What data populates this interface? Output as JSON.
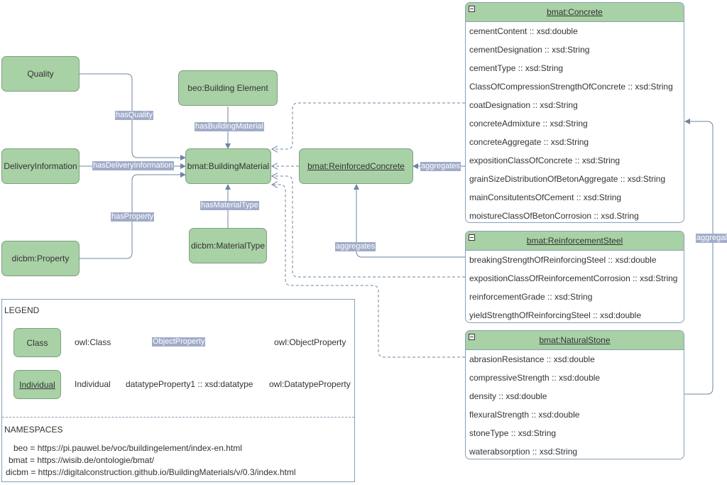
{
  "nodes": {
    "quality": "Quality",
    "delivery": "DeliveryInformation",
    "property": "dicbm:Property",
    "building_element": "beo:Building Element",
    "building_material": "bmat:BuildingMaterial",
    "material_type": "dicbm:MaterialType",
    "reinforced_concrete": "bmat:ReinforcedConcrete"
  },
  "edges": {
    "has_quality": "hasQuality",
    "has_delivery": "hasDeliveryInformation",
    "has_property": "hasProperty",
    "has_building_material": "hasBuildingMaterial",
    "has_material_type": "hasMaterialType",
    "aggregates_1": "aggregates",
    "aggregates_2": "aggregates",
    "aggregates_3": "aggregal"
  },
  "classes": {
    "concrete": {
      "title": "bmat:Concrete",
      "attributes": [
        "cementContent :: xsd:double",
        "cementDesignation :: xsd:String",
        "cementType :: xsd:String",
        "ClassOfCompressionStrengthOfConcrete :: xsd:String",
        "coatDesignation :: xsd:String",
        "concreteAdmixture :: xsd:String",
        "concreteAggregate :: xsd:String",
        "expositionClassOfConcrete :: xsd:String",
        "grainSizeDistributionOfBetonAggregate :: xsd:String",
        "mainConsitutentsOfCement :: xsd:String",
        "moistureClassOfBetonCorrosion :: xsd.String"
      ]
    },
    "reinforcement_steel": {
      "title": "bmat:ReinforcementSteel",
      "attributes": [
        "breakingStrengthOfReinforcingSteel :: xsd:double",
        "expositionClassOfReinforcementCorrosion :: xsd:String",
        "reinforcementGrade :: xsd:String",
        "yieldStrengthOfReinforcingSteel :: xsd:double"
      ]
    },
    "natural_stone": {
      "title": "bmat:NaturalStone",
      "attributes": [
        "abrasionResistance :: xsd:double",
        "compressiveStrength :: xsd:double",
        "density :: xsd:double",
        "flexuralStrength :: xsd:double",
        "stoneType :: xsd:String",
        "waterabsorption :: xsd:String"
      ]
    }
  },
  "legend": {
    "title": "LEGEND",
    "class_box": "Class",
    "class_label": "owl:Class",
    "object_property_arrow": "ObjectProperty",
    "object_property_label": "owl:ObjectProperty",
    "individual_box": "Individual",
    "individual_label": "Individual",
    "datatype_property_example": "datatypeProperty1 :: xsd:datatype",
    "datatype_property_label": "owl:DatatypeProperty",
    "namespaces_title": "NAMESPACES",
    "namespaces": [
      "beo = https://pi.pauwel.be/voc/buildingelement/index-en.html",
      "bmat = https://wisib.de/ontologie/bmat/",
      "dicbm = https://digitalconstruction.github.io/BuildingMaterials/v/0.3/index.html"
    ]
  },
  "colors": {
    "node_fill": "#a8d1a6",
    "node_border": "#7f9f82",
    "edge": "#6e84a3",
    "edge_label_bg": "#a0acc8",
    "box_border": "#8aa0b5"
  }
}
